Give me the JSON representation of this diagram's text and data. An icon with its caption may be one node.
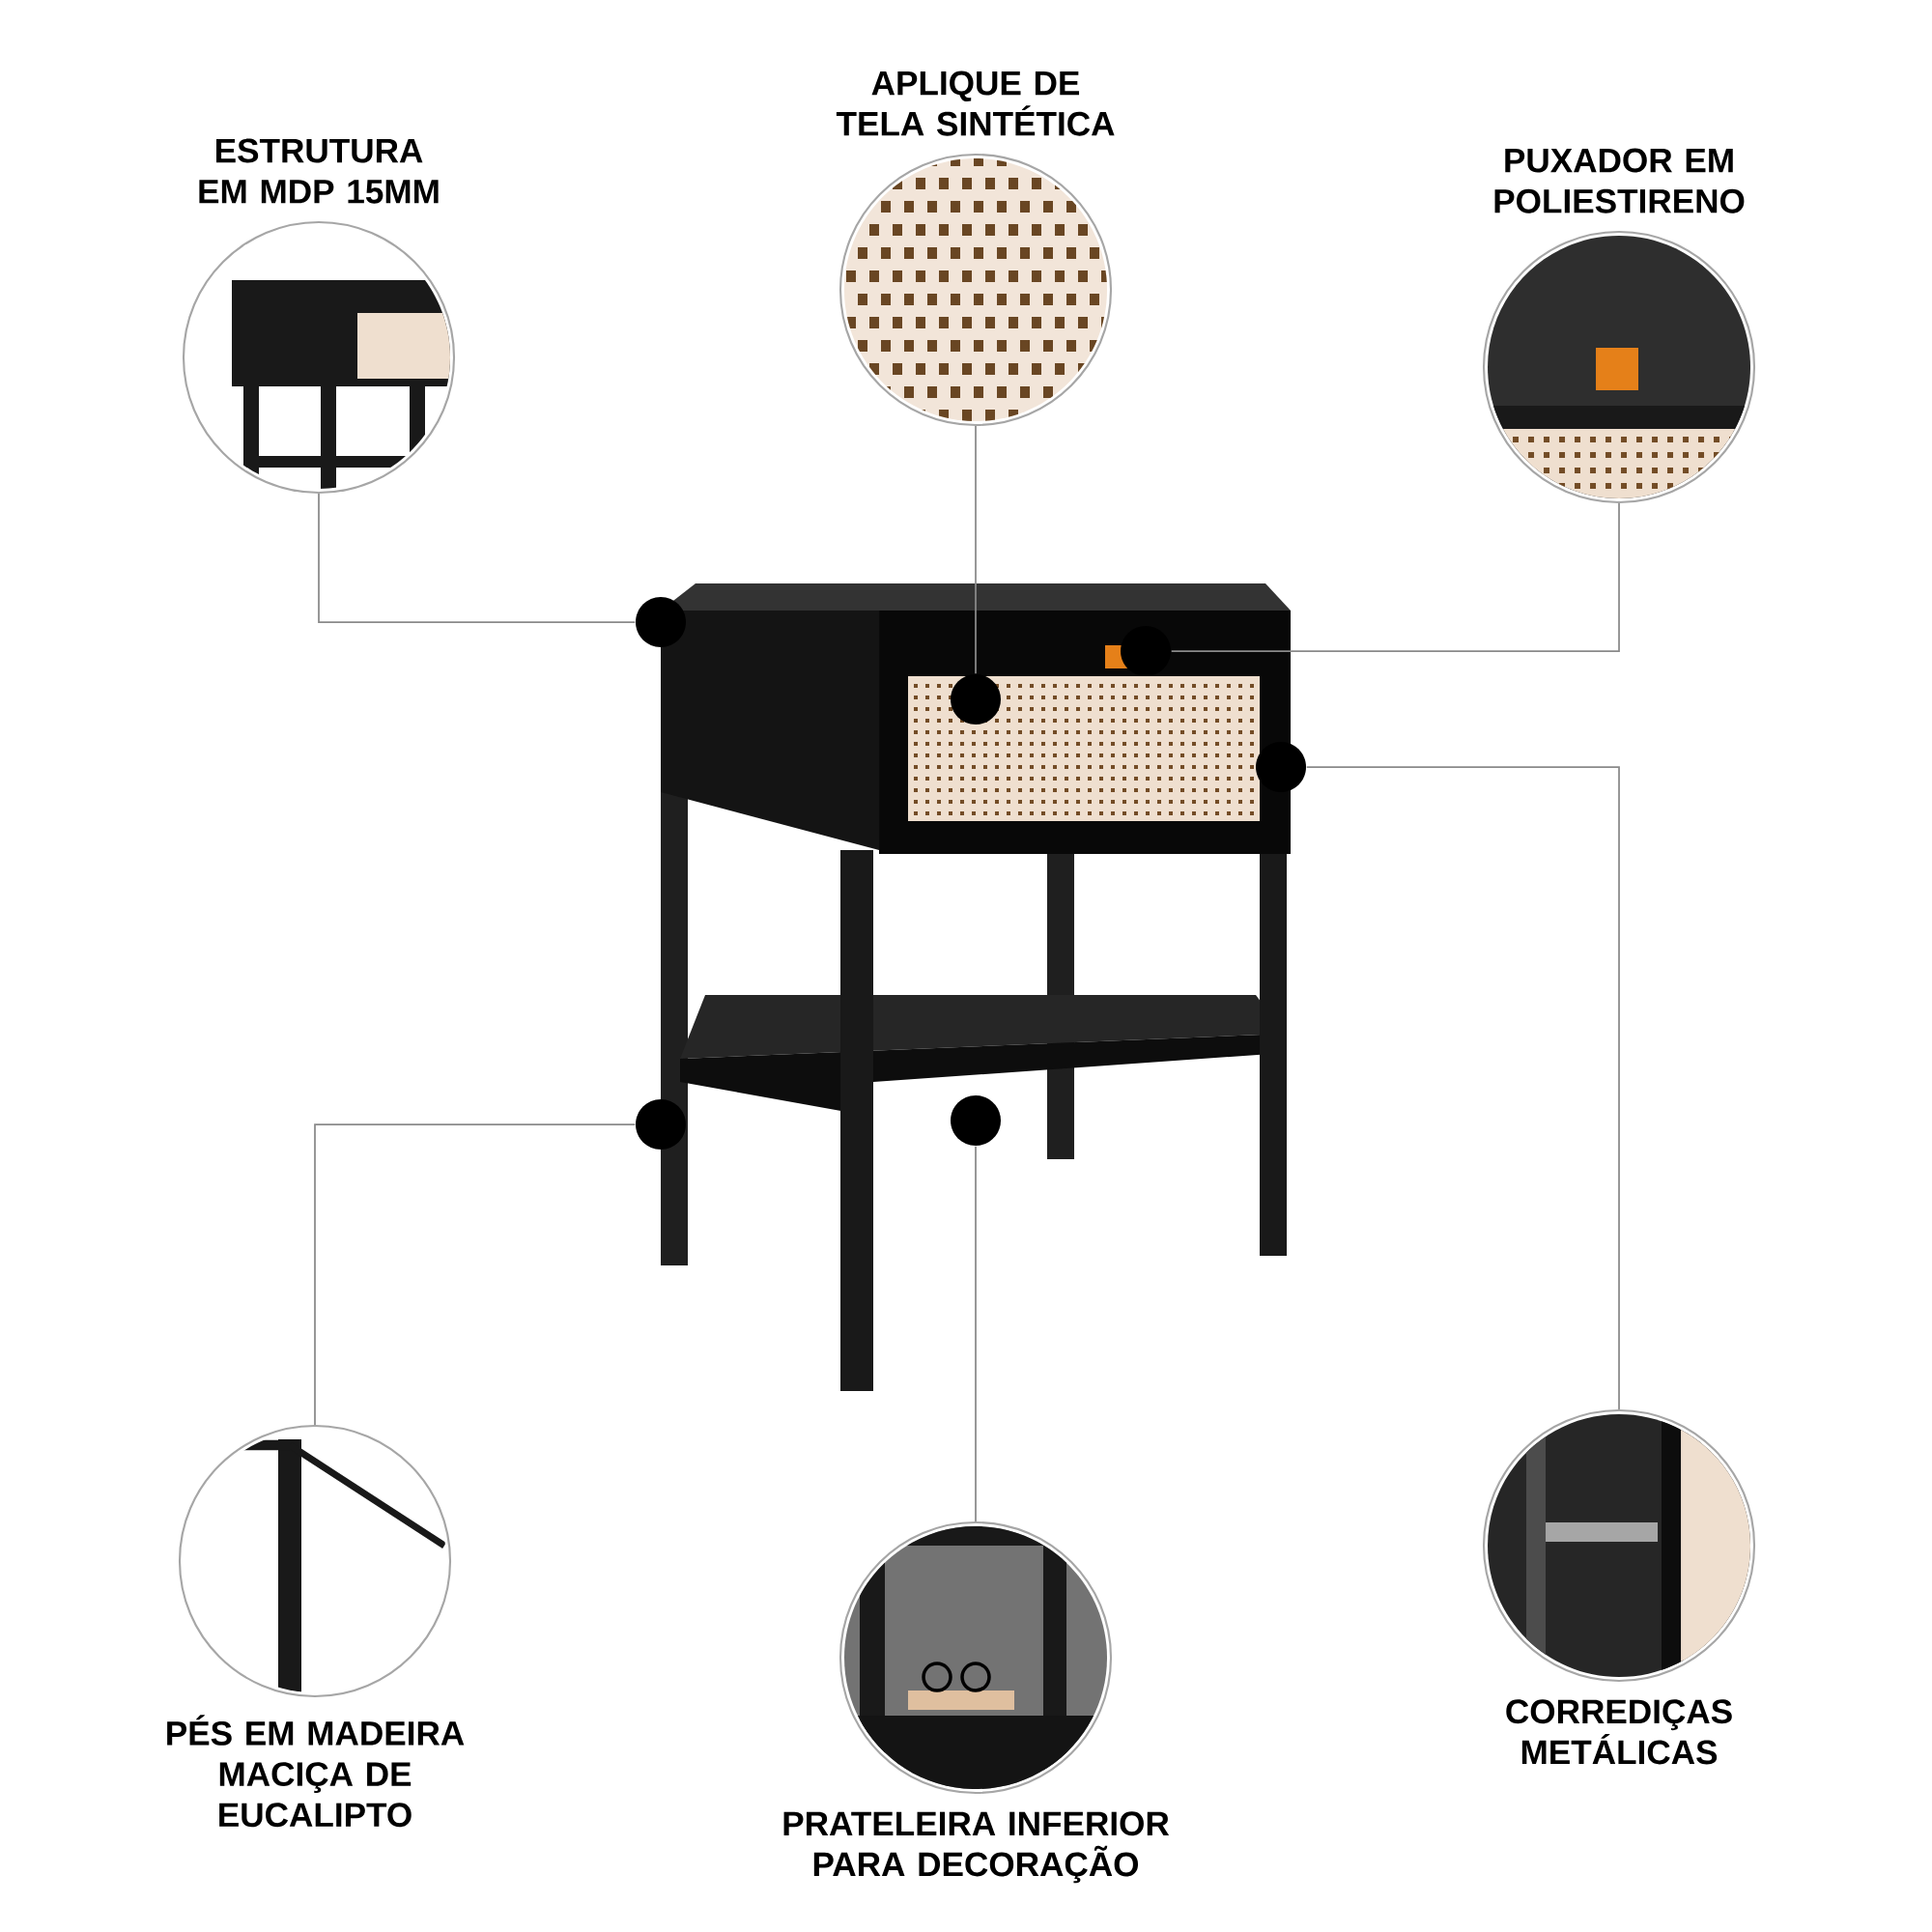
{
  "diagram": {
    "nodes": [
      {
        "text": [
          "ESTRUTURA EM MDP 15MM"
        ]
      },
      {
        "text": [
          "APLIQUE DE TELA SINTÉTICA"
        ]
      },
      {
        "text": [
          "PUXADOR EM POLIESTIRENO"
        ]
      },
      {
        "text": [
          "PÉS EM MADEIRA MACIÇA DE EUCALIPTO"
        ]
      },
      {
        "text": [
          "PRATELEIRA INFERIOR PARA DECORAÇÃO"
        ]
      },
      {
        "text": [
          "CORREDIÇAS METÁLICAS"
        ]
      },
      {
        "text": [],
        "shape": "circle"
      },
      {
        "text": [],
        "shape": "circle"
      },
      {
        "text": [],
        "shape": "circle"
      },
      {
        "text": [],
        "shape": "circle"
      },
      {
        "text": [],
        "shape": "circle"
      },
      {
        "text": [],
        "shape": "circle"
      }
    ],
    "edges": [
      {
        "from": 0,
        "to": 6,
        "arrow": "none"
      },
      {
        "from": 1,
        "to": 7,
        "arrow": "none"
      },
      {
        "from": 2,
        "to": 8,
        "arrow": "none"
      },
      {
        "from": 3,
        "to": 10,
        "arrow": "none"
      },
      {
        "from": 4,
        "to": 11,
        "arrow": "none"
      },
      {
        "from": 5,
        "to": 9,
        "arrow": "none"
      }
    ]
  }
}
